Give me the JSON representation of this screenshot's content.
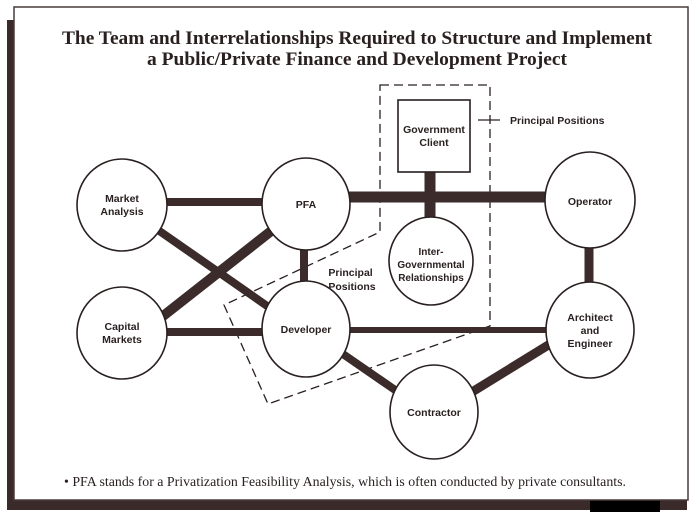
{
  "title": {
    "line1": "The Team and Interrelationships Required to Structure and Implement",
    "line2": "a Public/Private Finance and Development Project"
  },
  "nodes": {
    "market_analysis": [
      "Market",
      "Analysis"
    ],
    "pfa": [
      "PFA"
    ],
    "government_client": [
      "Government",
      "Client"
    ],
    "intergovernmental": [
      "Inter-",
      "Governmental",
      "Relationships"
    ],
    "operator": [
      "Operator"
    ],
    "capital_markets": [
      "Capital",
      "Markets"
    ],
    "developer": [
      "Developer"
    ],
    "architect_engineer": [
      "Architect",
      "and",
      "Engineer"
    ],
    "contractor": [
      "Contractor"
    ]
  },
  "labels": {
    "principal_positions_right": "Principal Positions",
    "principal_positions_inner": [
      "Principal",
      "Positions"
    ]
  },
  "footnote": "• PFA stands for a Privatization Feasibility Analysis, which is often conducted by private consultants.",
  "colors": {
    "ink": "#2a2020",
    "edge": "#3b2b2b",
    "shadow": "#3a2a2a"
  }
}
